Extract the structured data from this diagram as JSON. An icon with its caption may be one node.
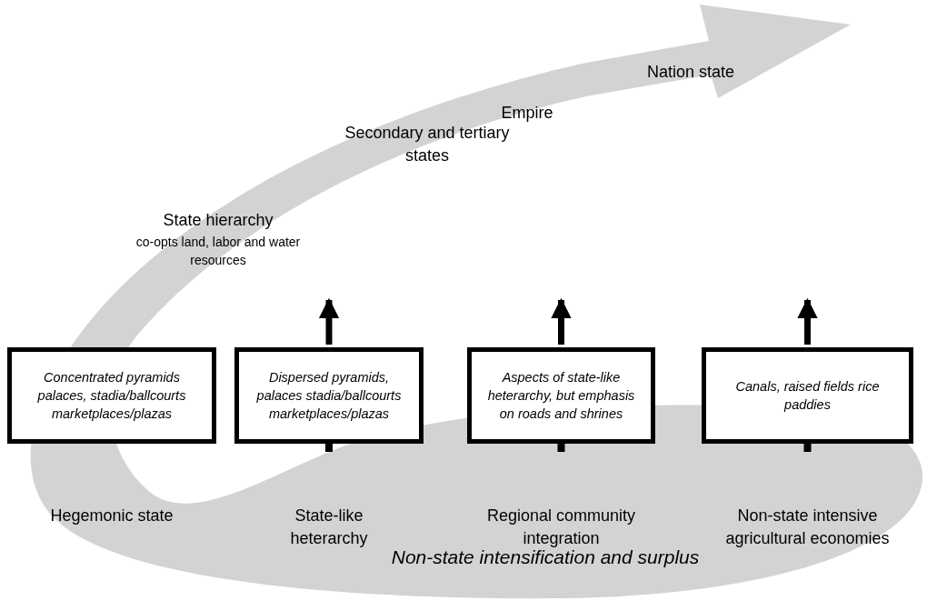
{
  "diagram": {
    "nodes": [
      {
        "text": [
          "Concentrated pyramids palaces, stadia/ballcourts marketplaces/plazas"
        ],
        "beside": [
          "Hegemonic state"
        ]
      },
      {
        "text": [
          "Dispersed pyramids, palaces stadia/ballcourts marketplaces/plazas"
        ],
        "beside": [
          "State-like heterarchy"
        ]
      },
      {
        "text": [
          "Aspects of state-like heterarchy, but emphasis on roads and shrines"
        ],
        "beside": [
          "Regional community integration"
        ]
      },
      {
        "text": [
          "Canals, raised fields rice paddies"
        ],
        "beside": [
          "Non-state intensive agricultural economies"
        ]
      }
    ],
    "edges": [
      {
        "from": 1,
        "to": null,
        "arrow": "to"
      },
      {
        "from": 2,
        "to": null,
        "arrow": "to"
      },
      {
        "from": 3,
        "to": null,
        "arrow": "to"
      }
    ],
    "labels": [
      "Nation state",
      "Empire",
      "Secondary and tertiary states",
      "State hierarchy",
      "co-opts land, labor and water resources",
      "Non-state intensification and surplus"
    ]
  }
}
